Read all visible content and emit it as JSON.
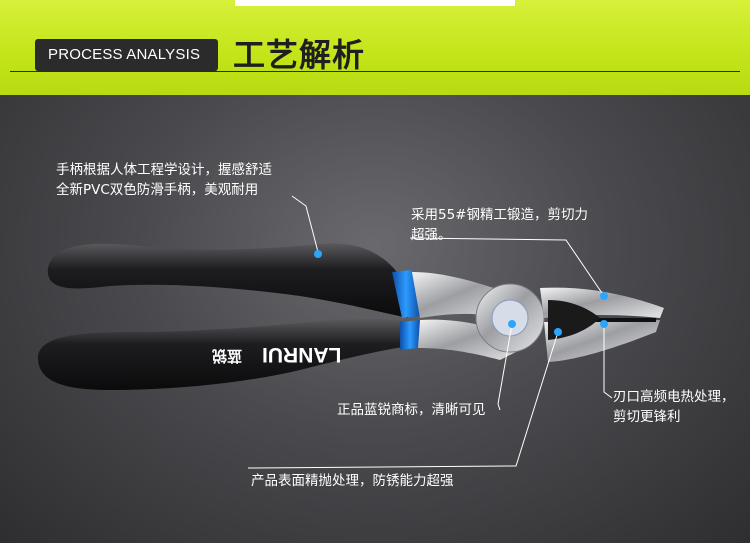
{
  "header": {
    "english_label": "PROCESS ANALYSIS",
    "title": "工艺解析"
  },
  "captions": {
    "handle": [
      "手柄根据人体工程学设计，握感舒适",
      "全新PVC双色防滑手柄，美观耐用"
    ],
    "steel": [
      "采用55#钢精工锻造，剪切力",
      "超强。"
    ],
    "edge": [
      "刃口高频电热处理，",
      "剪切更锋利"
    ],
    "logo": [
      "正品蓝锐商标，清晰可见"
    ],
    "polish": [
      "产品表面精抛处理，防锈能力超强"
    ]
  },
  "product": {
    "brand_latin": "LANRUI",
    "brand_chinese": "蓝锐"
  },
  "colors": {
    "banner": "#c6e61c",
    "pill": "#2b2b2b",
    "accent_blue": "#1a86e8",
    "marker": "#2aa6ff"
  }
}
